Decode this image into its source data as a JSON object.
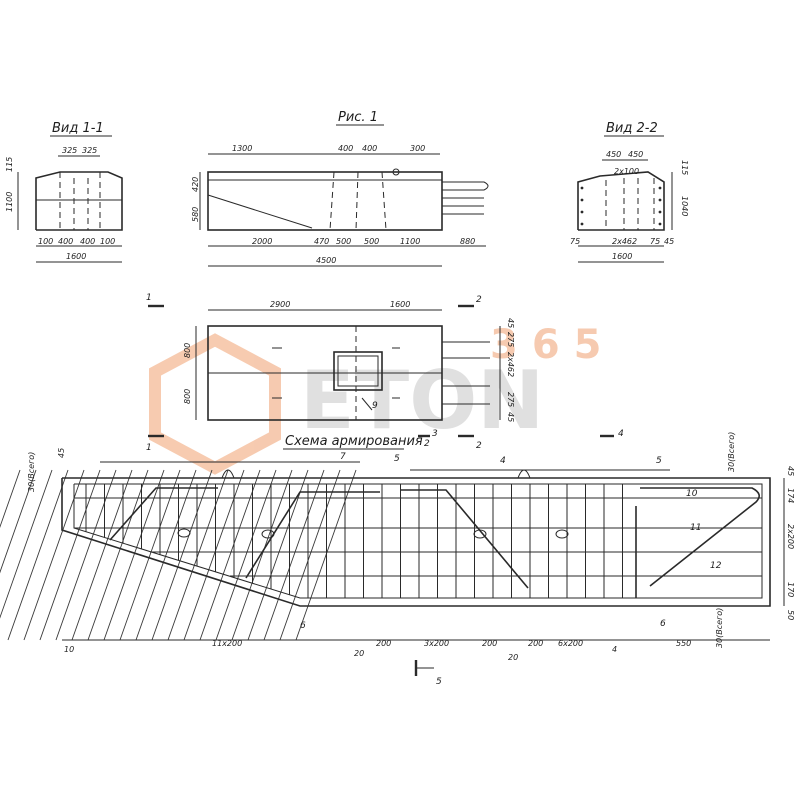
{
  "titles": {
    "fig": "Рис. 1",
    "view11": "Вид 1-1",
    "view22": "Вид 2-2",
    "scheme": "Схема армирования"
  },
  "view11": {
    "top": [
      "325",
      "325"
    ],
    "side_left": [
      "115",
      "1100"
    ],
    "bottom": [
      "100",
      "400",
      "400",
      "100"
    ],
    "overall": "1600"
  },
  "fig1": {
    "top": [
      "1300",
      "400",
      "400",
      "300"
    ],
    "side_left": [
      "420",
      "580"
    ],
    "bottom": [
      "2000",
      "470",
      "500",
      "500",
      "1100",
      "880"
    ],
    "overall": "4500"
  },
  "view22": {
    "top": [
      "450",
      "450"
    ],
    "inner": "2x100",
    "side_right": [
      "115",
      "1040"
    ],
    "bottom": [
      "75",
      "2x462",
      "75",
      "45"
    ],
    "overall": "1600"
  },
  "plan": {
    "top": [
      "2900",
      "1600"
    ],
    "side_left": [
      "800",
      "800"
    ],
    "side_right": [
      "45",
      "275",
      "2x462",
      "275",
      "45"
    ],
    "hole_label": "9",
    "cuts": [
      "1",
      "1",
      "2",
      "2",
      "3",
      "2",
      "4"
    ]
  },
  "scheme": {
    "marks": [
      "7",
      "5",
      "4",
      "5",
      "10",
      "11",
      "12",
      "6",
      "6"
    ],
    "left_dims": [
      "45",
      "30(Всего)"
    ],
    "right_dims": [
      "45",
      "174",
      "2x200",
      "170",
      "50"
    ],
    "right_text": [
      "30(Всего)",
      "30(Всего)"
    ],
    "bottom_dims": [
      "10",
      "11x200",
      "200",
      "200",
      "3x200",
      "200",
      "6x200",
      "550"
    ],
    "bottom_extra": [
      "20",
      "20",
      "4"
    ],
    "cut5": "5"
  },
  "watermark": {
    "brand": "ETON",
    "number": "365",
    "color_gray": "#c8c8c8",
    "color_orange": "#f0a070"
  }
}
